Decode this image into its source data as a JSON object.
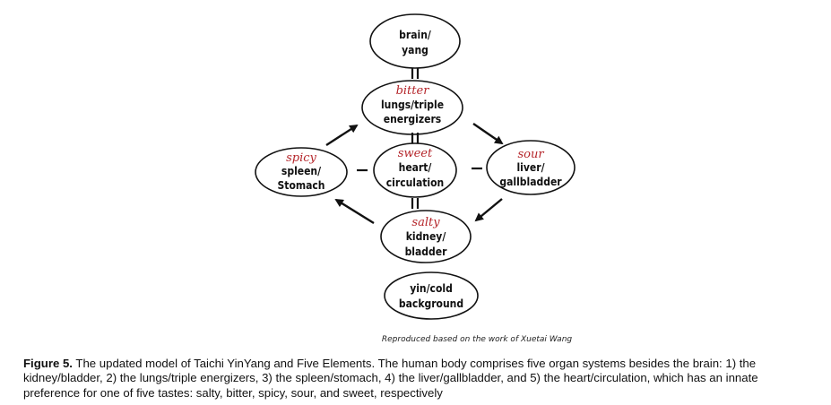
{
  "diagram": {
    "nodes": {
      "brain": {
        "line1": "brain/",
        "line2": "yang"
      },
      "lungs": {
        "taste": "bitter",
        "line1": "lungs/triple",
        "line2": "energizers"
      },
      "heart": {
        "taste": "sweet",
        "line1": "heart/",
        "line2": "circulation"
      },
      "spleen": {
        "taste": "spicy",
        "line1": "spleen/",
        "line2": "Stomach"
      },
      "liver": {
        "taste": "sour",
        "line1": "liver/",
        "line2": "gallbladder"
      },
      "kidney": {
        "taste": "salty",
        "line1": "kidney/",
        "line2": "bladder"
      },
      "yin": {
        "line1": "yin/cold",
        "line2": "background"
      }
    },
    "credit": "Reproduced based on the work of Xuetai Wang"
  },
  "caption": {
    "label": "Figure 5.",
    "text": " The updated model of Taichi YinYang and Five Elements. The human body comprises five organ systems besides the brain: 1) the kidney/bladder, 2) the lungs/triple energizers, 3) the spleen/stomach, 4) the liver/gallbladder, and 5) the heart/circulation, which has an innate preference for one of five tastes: salty, bitter, spicy, sour, and sweet, respectively"
  },
  "colors": {
    "taste": "#b5252a",
    "stroke": "#111111"
  }
}
